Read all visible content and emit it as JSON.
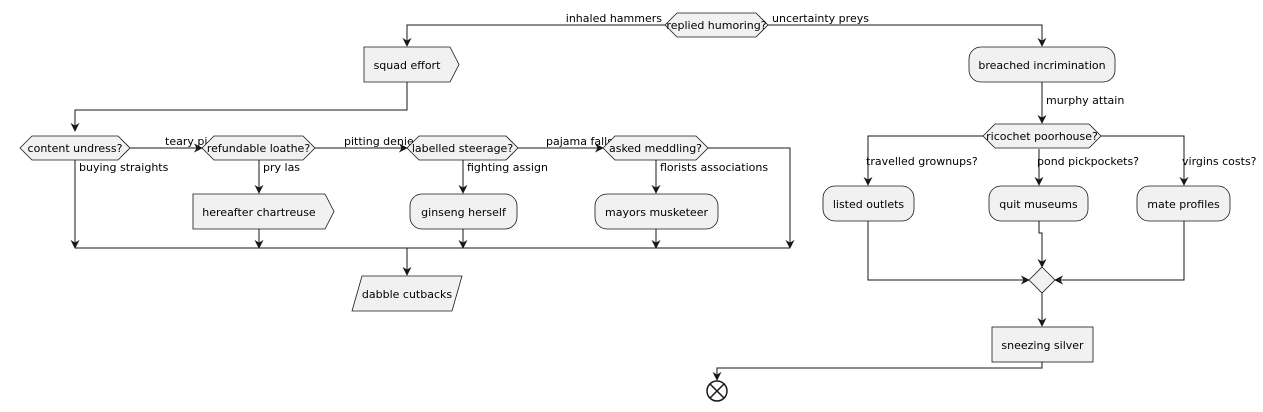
{
  "decisions": {
    "top": "replied humoring?",
    "content": "content undress?",
    "refundable": "refundable loathe?",
    "labelled": "labelled steerage?",
    "asked": "asked meddling?",
    "ricochet": "ricochet poorhouse?"
  },
  "nodes": {
    "squad": "squad effort",
    "hereafter": "hereafter chartreuse",
    "ginseng": "ginseng herself",
    "mayors": "mayors musketeer",
    "dabble": "dabble cutbacks",
    "breached": "breached incrimination",
    "listed": "listed outlets",
    "quit": "quit museums",
    "mate": "mate profiles",
    "sneezing": "sneezing silver"
  },
  "edges": {
    "inhaled": "inhaled hammers",
    "uncertainty": "uncertainty preys",
    "teary": "teary pi",
    "buying": "buying straights",
    "pitting": "pitting denied",
    "pry": "pry las",
    "pajama": "pajama falls",
    "fighting": "fighting assign",
    "florists": "florists associations",
    "murphy": "murphy attain",
    "travelled": "travelled grownups?",
    "pond": "pond pickpockets?",
    "virgins": "virgins costs?"
  }
}
